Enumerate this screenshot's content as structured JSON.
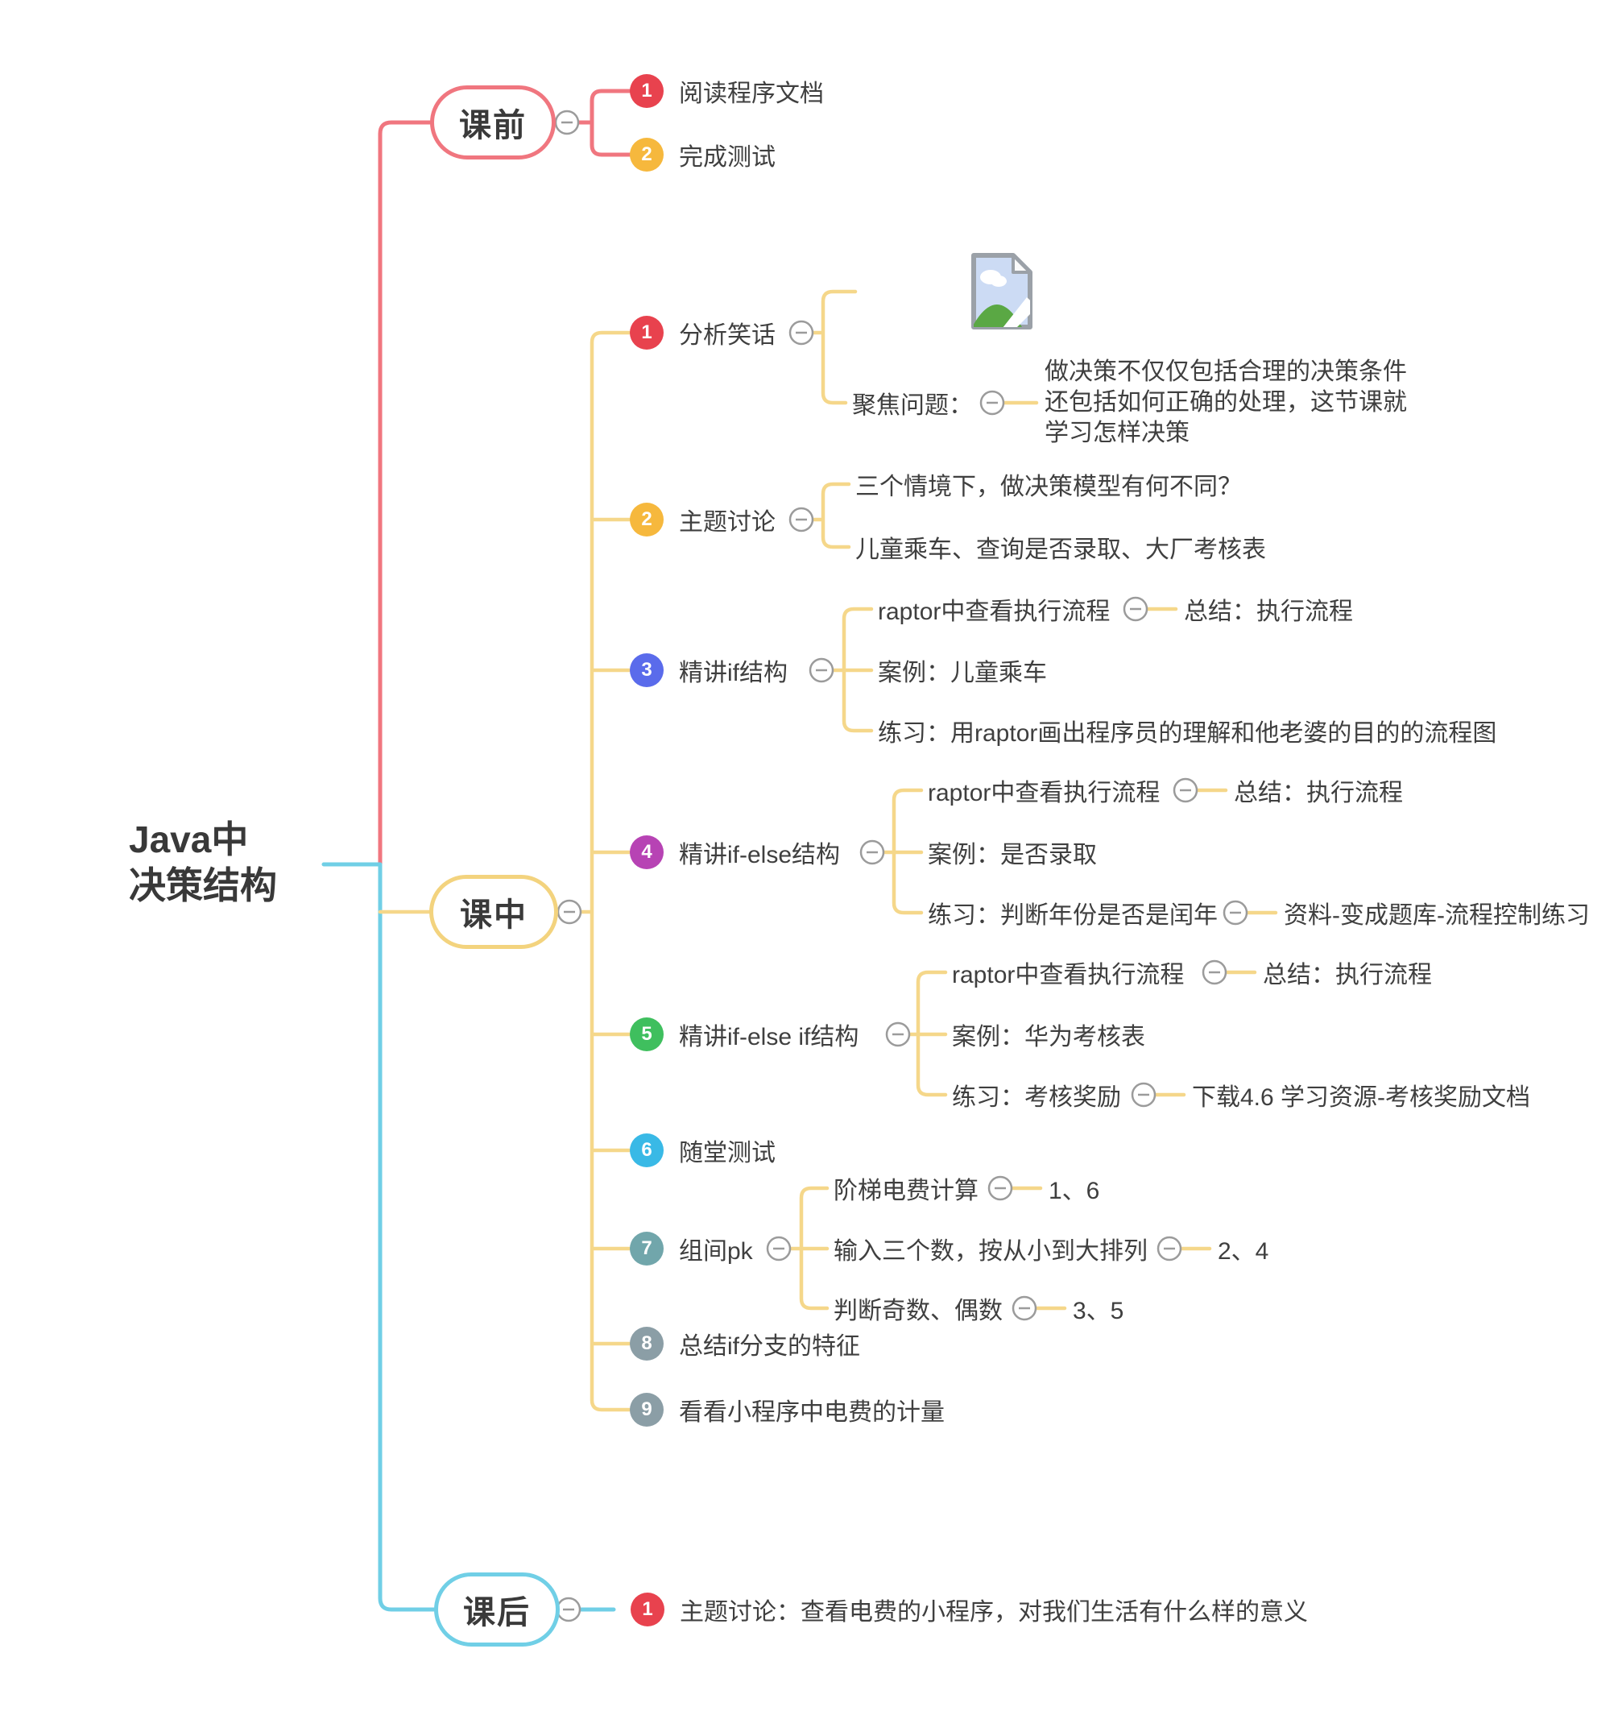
{
  "colors": {
    "red": "#e8424e",
    "amber": "#f6b83d",
    "blue": "#5a6beb",
    "purple": "#b743b4",
    "green": "#3fbf5e",
    "cyan": "#39b9e6",
    "teal": "#71a6ab",
    "gray": "#8b9ea6",
    "line_pink": "#f0767f",
    "line_yellow": "#f5d78a",
    "line_cyan": "#70cfe6",
    "bubble_yellow": "#f3d37e",
    "minus_gray": "#9b9b9b",
    "text": "#3f3f3f"
  },
  "root": {
    "line1": "Java中",
    "line2": "决策结构"
  },
  "pre": {
    "label": "课前",
    "items": [
      {
        "num": "1",
        "text": "阅读程序文档"
      },
      {
        "num": "2",
        "text": "完成测试"
      }
    ]
  },
  "mid": {
    "label": "课中",
    "nodes": [
      {
        "num": "1",
        "label": "分析笑话",
        "attachment": "image-placeholder",
        "focus": {
          "label": "聚焦问题：",
          "note": "做决策不仅仅包括合理的决策条件还包括如何正确的处理，这节课就学习怎样决策"
        }
      },
      {
        "num": "2",
        "label": "主题讨论",
        "points": [
          "三个情境下，做决策模型有何不同？",
          "儿童乘车、查询是否录取、大厂考核表"
        ]
      },
      {
        "num": "3",
        "label": "精讲if结构",
        "flow": "raptor中查看执行流程",
        "flow_summary": "总结：执行流程",
        "case": "案例：儿童乘车",
        "practice": "练习：用raptor画出程序员的理解和他老婆的目的的流程图"
      },
      {
        "num": "4",
        "label": "精讲if-else结构",
        "flow": "raptor中查看执行流程",
        "flow_summary": "总结：执行流程",
        "case": "案例：是否录取",
        "practice": "练习：判断年份是否是闰年",
        "practice_link": "资料-变成题库-流程控制练习"
      },
      {
        "num": "5",
        "label": "精讲if-else if结构",
        "flow": "raptor中查看执行流程",
        "flow_summary": "总结：执行流程",
        "case": "案例：华为考核表",
        "practice": "练习：考核奖励",
        "practice_link": "下载4.6 学习资源-考核奖励文档"
      },
      {
        "num": "6",
        "label": "随堂测试"
      },
      {
        "num": "7",
        "label": "组间pk",
        "tasks": [
          {
            "text": "阶梯电费计算",
            "groups": "1、6"
          },
          {
            "text": "输入三个数，按从小到大排列",
            "groups": "2、4"
          },
          {
            "text": "判断奇数、偶数",
            "groups": "3、5"
          }
        ]
      },
      {
        "num": "8",
        "label": "总结if分支的特征"
      },
      {
        "num": "9",
        "label": "看看小程序中电费的计量"
      }
    ]
  },
  "post": {
    "label": "课后",
    "items": [
      {
        "num": "1",
        "text": "主题讨论：查看电费的小程序，对我们生活有什么样的意义"
      }
    ]
  }
}
